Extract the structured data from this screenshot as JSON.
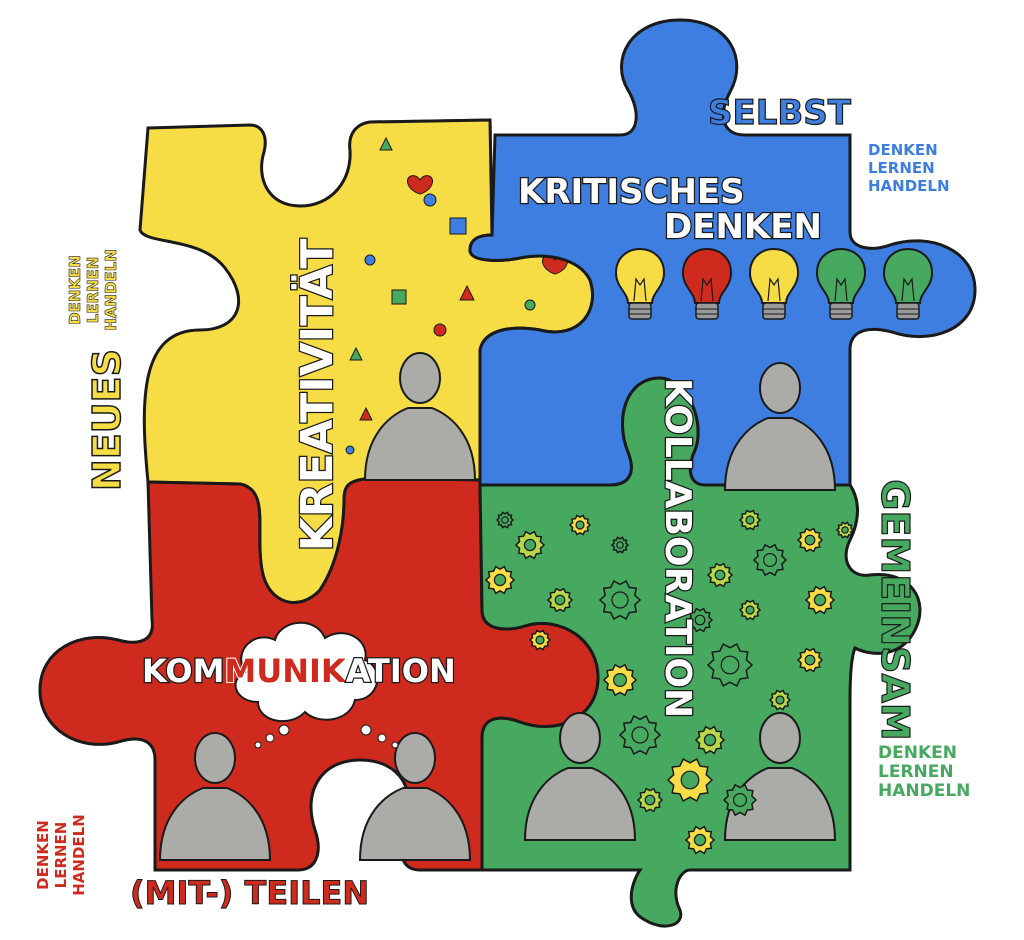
{
  "colors": {
    "yellow": "#f6dc45",
    "red": "#cf2a1e",
    "blue": "#3d7ee0",
    "green": "#47a860",
    "person": "#ababa8",
    "outline": "#1a1a1a"
  },
  "pieces": {
    "yellow": {
      "title": "KREATIVITÄT",
      "side_word": "NEUES",
      "side_sub": [
        "DENKEN",
        "LERNEN",
        "HANDELN"
      ],
      "icon": "person-icon"
    },
    "blue": {
      "title_line1": "KRITISCHES",
      "title_line2": "DENKEN",
      "side_word": "SELBST",
      "side_sub": [
        "DENKEN",
        "LERNEN",
        "HANDELN"
      ],
      "bulb_colors": [
        "#f6dc45",
        "#cf2a1e",
        "#f6dc45",
        "#47a860",
        "#47a860"
      ],
      "icon": "person-icon"
    },
    "red": {
      "title_a": "KOM",
      "title_b": "MUNIK",
      "title_c": "ATION",
      "side_word": "(MIT-) TEILEN",
      "side_sub": [
        "DENKEN",
        "LERNEN",
        "HANDELN"
      ],
      "icon": "thought-cloud-icon"
    },
    "green": {
      "title": "KOLLABORATION",
      "side_word": "GEMEINSAM",
      "side_sub": [
        "DENKEN",
        "LERNEN",
        "HANDELN"
      ],
      "icon": "gear-icon"
    }
  }
}
